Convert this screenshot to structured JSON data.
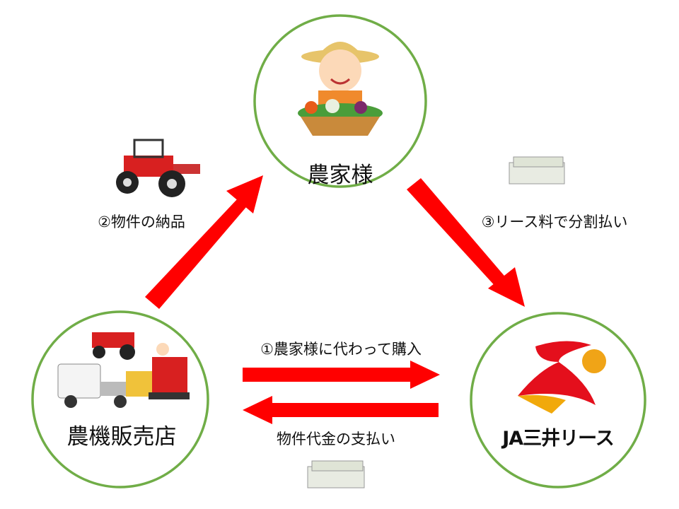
{
  "nodes": {
    "farmer": {
      "label": "農家様"
    },
    "dealer": {
      "label": "農機販売店"
    },
    "lessor": {
      "label": "JA三井リース"
    }
  },
  "flows": {
    "step1": "①農家様に代わって購入",
    "payment": "物件代金の支払い",
    "step2": "②物件の納品",
    "step3": "③リース料で分割払い"
  },
  "colors": {
    "circle": "#70ad47",
    "arrow": "#ff0000"
  }
}
